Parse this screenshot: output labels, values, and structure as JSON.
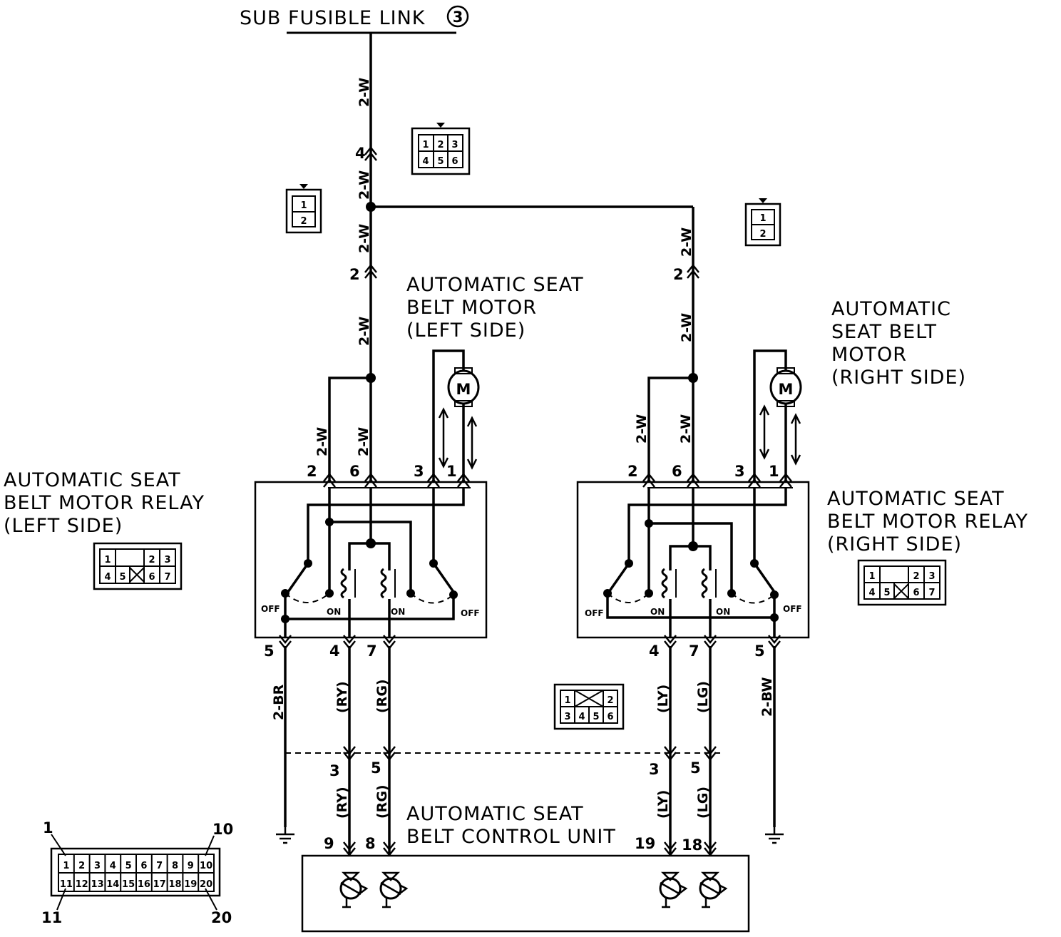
{
  "labels": {
    "source": "SUB FUSIBLE LINK",
    "source_no": "3",
    "motor_left": [
      "AUTOMATIC SEAT",
      "BELT MOTOR",
      "(LEFT SIDE)"
    ],
    "motor_right": [
      "AUTOMATIC",
      "SEAT BELT",
      "MOTOR",
      "(RIGHT SIDE)"
    ],
    "relay_left": [
      "AUTOMATIC SEAT",
      "BELT MOTOR RELAY",
      "(LEFT SIDE)"
    ],
    "relay_right": [
      "AUTOMATIC SEAT",
      "BELT MOTOR RELAY",
      "(RIGHT SIDE)"
    ],
    "control_unit": [
      "AUTOMATIC SEAT",
      "BELT CONTROL UNIT"
    ],
    "motor_symbol": "M"
  },
  "wires": {
    "w2w": "2-W",
    "br": "2-BR",
    "bw": "2-BW",
    "ry": "(RY)",
    "rg": "(RG)",
    "ly": "(LY)",
    "lg": "(LG)"
  },
  "pins": {
    "trunk_4": "4",
    "trunk_2": "2",
    "right_2": "2",
    "relay_left_top": [
      "2",
      "6",
      "3",
      "1"
    ],
    "relay_right_top": [
      "2",
      "6",
      "3",
      "1"
    ],
    "relay_left_bottom": [
      "5",
      "4",
      "7"
    ],
    "relay_right_bottom": [
      "4",
      "7",
      "5"
    ],
    "unit_mid_left": [
      "3",
      "5"
    ],
    "unit_mid_right": [
      "3",
      "5"
    ],
    "unit_left": [
      "9",
      "8"
    ],
    "unit_right": [
      "19",
      "18"
    ]
  },
  "switch_states": {
    "off": "OFF",
    "on": "ON"
  },
  "connectors": {
    "six": [
      "1",
      "2",
      "3",
      "4",
      "5",
      "6"
    ],
    "two": [
      "1",
      "2"
    ],
    "relay": [
      "1",
      "2",
      "3",
      "4",
      "5",
      "6",
      "7"
    ],
    "mid": [
      "1",
      "2",
      "3",
      "4",
      "5",
      "6"
    ],
    "unit_top": [
      "1",
      "2",
      "3",
      "4",
      "5",
      "6",
      "7",
      "8",
      "9",
      "10"
    ],
    "unit_bottom": [
      "11",
      "12",
      "13",
      "14",
      "15",
      "16",
      "17",
      "18",
      "19",
      "20"
    ],
    "unit_corners": [
      "1",
      "10",
      "11",
      "20"
    ]
  }
}
